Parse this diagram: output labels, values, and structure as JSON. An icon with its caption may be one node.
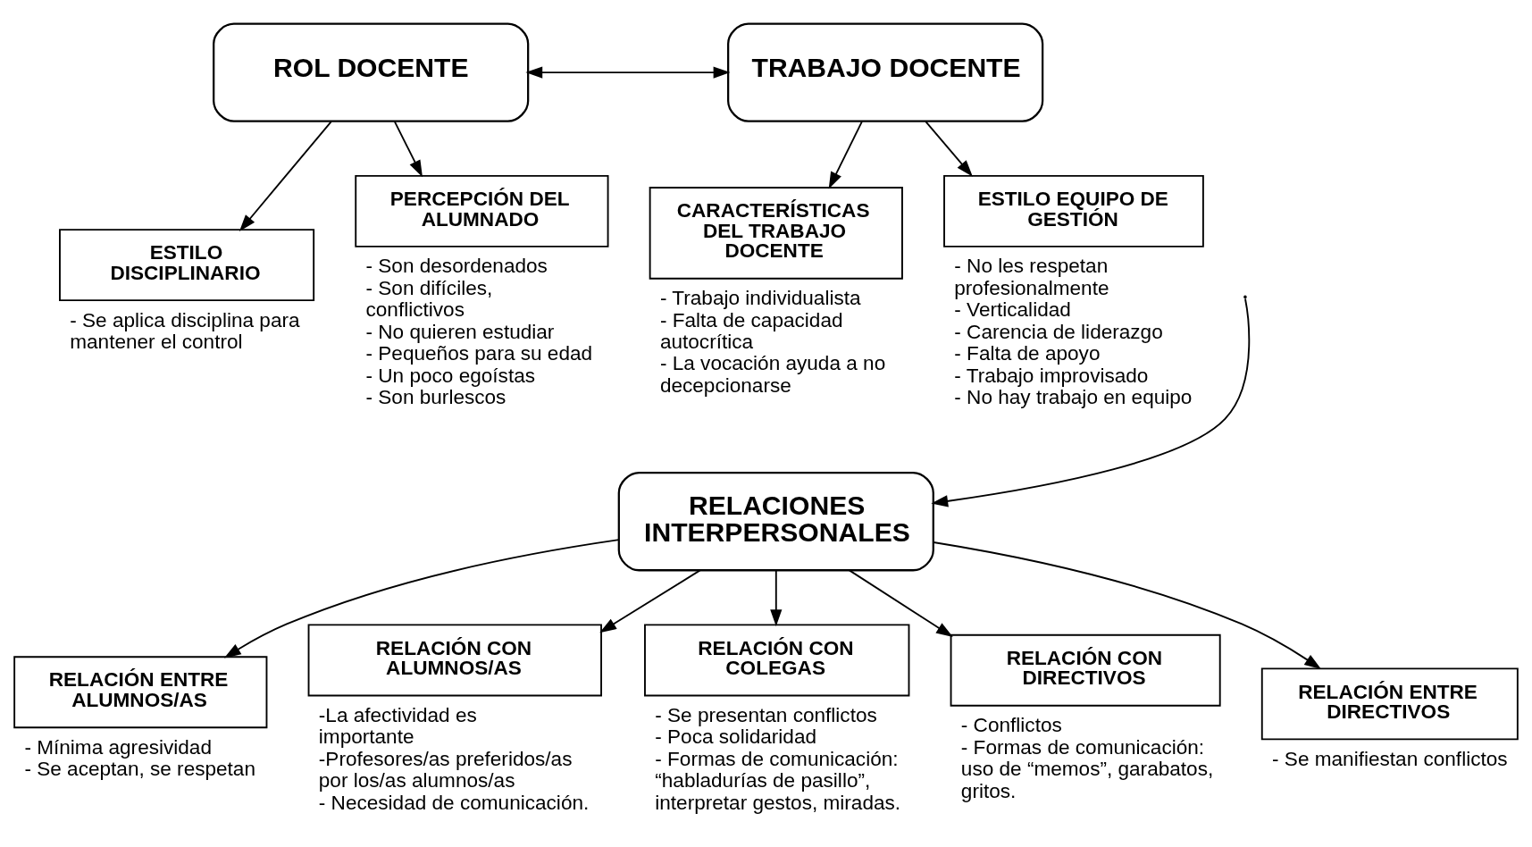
{
  "diagram": {
    "nodes": [
      {
        "text": [
          "ROL DOCENTE"
        ]
      },
      {
        "text": [
          "TRABAJO DOCENTE"
        ]
      },
      {
        "text": [
          "ESTILO DISCIPLINARIO"
        ],
        "beside": [
          "- Se aplica disciplina para mantener el control"
        ]
      },
      {
        "text": [
          "PERCEPCIÓN DEL ALUMNADO"
        ],
        "beside": [
          "- Son desordenados",
          "- Son difíciles, conflictivos",
          "- No quieren estudiar",
          "- Pequeños para su edad",
          "- Un poco egoístas",
          "- Son burlescos"
        ]
      },
      {
        "text": [
          "CARACTERÍSTICAS DEL TRABAJO DOCENTE"
        ],
        "beside": [
          "- Trabajo individualista",
          "- Falta de capacidad autocrítica",
          "- La vocación ayuda a no decepcionarse"
        ]
      },
      {
        "text": [
          "ESTILO EQUIPO DE GESTIÓN"
        ],
        "beside": [
          "- No les respetan profesionalmente",
          "- Verticalidad",
          "- Carencia de liderazgo",
          "- Falta de apoyo",
          "- Trabajo improvisado",
          "- No hay trabajo en equipo"
        ]
      },
      {
        "text": [
          "RELACIONES INTERPERSONALES"
        ]
      },
      {
        "text": [
          "RELACIÓN ENTRE ALUMNOS/AS"
        ],
        "beside": [
          "- Mínima agresividad",
          "- Se aceptan, se respetan"
        ]
      },
      {
        "text": [
          "RELACIÓN CON ALUMNOS/AS"
        ],
        "beside": [
          "-La afectividad es importante",
          "-Profesores/as preferidos/as por los/as alumnos/as",
          "- Necesidad de comunicación."
        ]
      },
      {
        "text": [
          "RELACIÓN CON COLEGAS"
        ],
        "beside": [
          "- Se presentan conflictos",
          "- Poca solidaridad",
          "- Formas de comunicación: “habladurías de pasillo”, interpretar gestos, miradas."
        ]
      },
      {
        "text": [
          "RELACIÓN CON DIRECTIVOS"
        ],
        "beside": [
          "- Conflictos",
          "- Formas de comunicación: uso de “memos”, garabatos, gritos."
        ]
      },
      {
        "text": [
          "RELACIÓN ENTRE DIRECTIVOS"
        ],
        "beside": [
          "- Se manifiestan conflictos"
        ]
      }
    ],
    "edges": [
      {
        "from": 0,
        "to": 2,
        "arrow": "to"
      },
      {
        "from": 0,
        "to": 3,
        "arrow": "to"
      },
      {
        "from": 1,
        "to": 4,
        "arrow": "to"
      },
      {
        "from": 1,
        "to": 5,
        "arrow": "to"
      },
      {
        "from": 0,
        "to": 1,
        "arrow": "both"
      },
      {
        "from": null,
        "to": 6,
        "arrow": "to"
      },
      {
        "from": 6,
        "to": 7,
        "arrow": "to"
      },
      {
        "from": 6,
        "to": 8,
        "arrow": "to"
      },
      {
        "from": 6,
        "to": 9,
        "arrow": "to"
      },
      {
        "from": 6,
        "to": 10,
        "arrow": "to"
      },
      {
        "from": 6,
        "to": 11,
        "arrow": "to"
      }
    ]
  }
}
